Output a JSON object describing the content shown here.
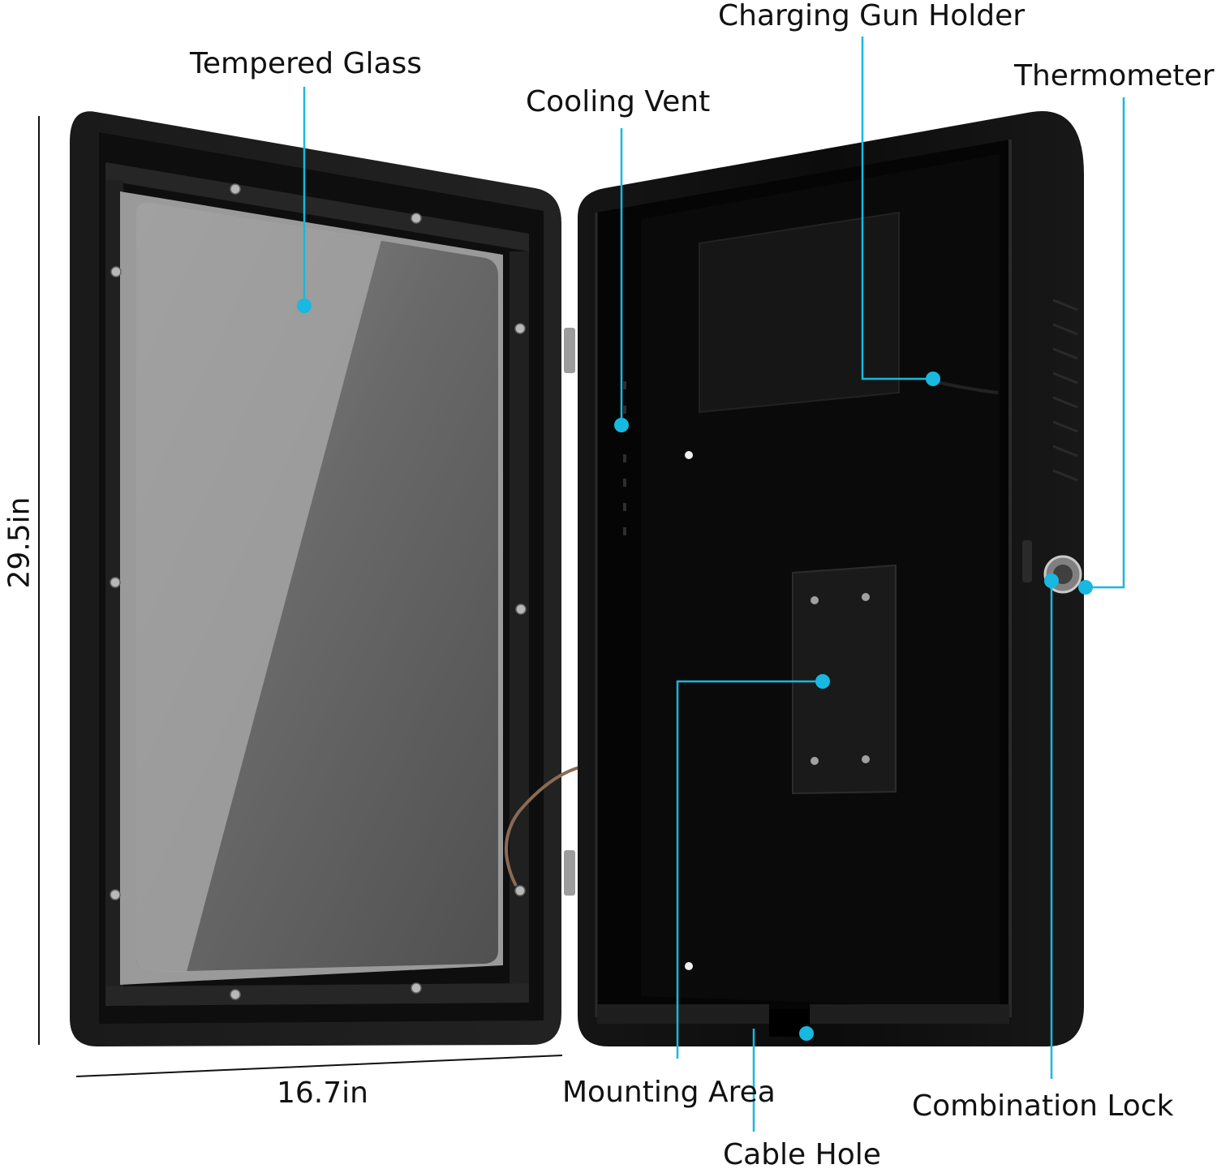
{
  "labels": {
    "tempered_glass": "Tempered Glass",
    "cooling_vent": "Cooling Vent",
    "charging_gun_holder": "Charging Gun Holder",
    "thermometer": "Thermometer",
    "mounting_area": "Mounting Area",
    "cable_hole": "Cable Hole",
    "combination_lock": "Combination Lock"
  },
  "dimensions": {
    "height": "29.5in",
    "width": "16.7in"
  },
  "colors": {
    "callout": "#18b8e0",
    "body": "#121212",
    "frame": "#1c1c1c",
    "glass": "#5e5e5e",
    "background": "#ffffff"
  }
}
